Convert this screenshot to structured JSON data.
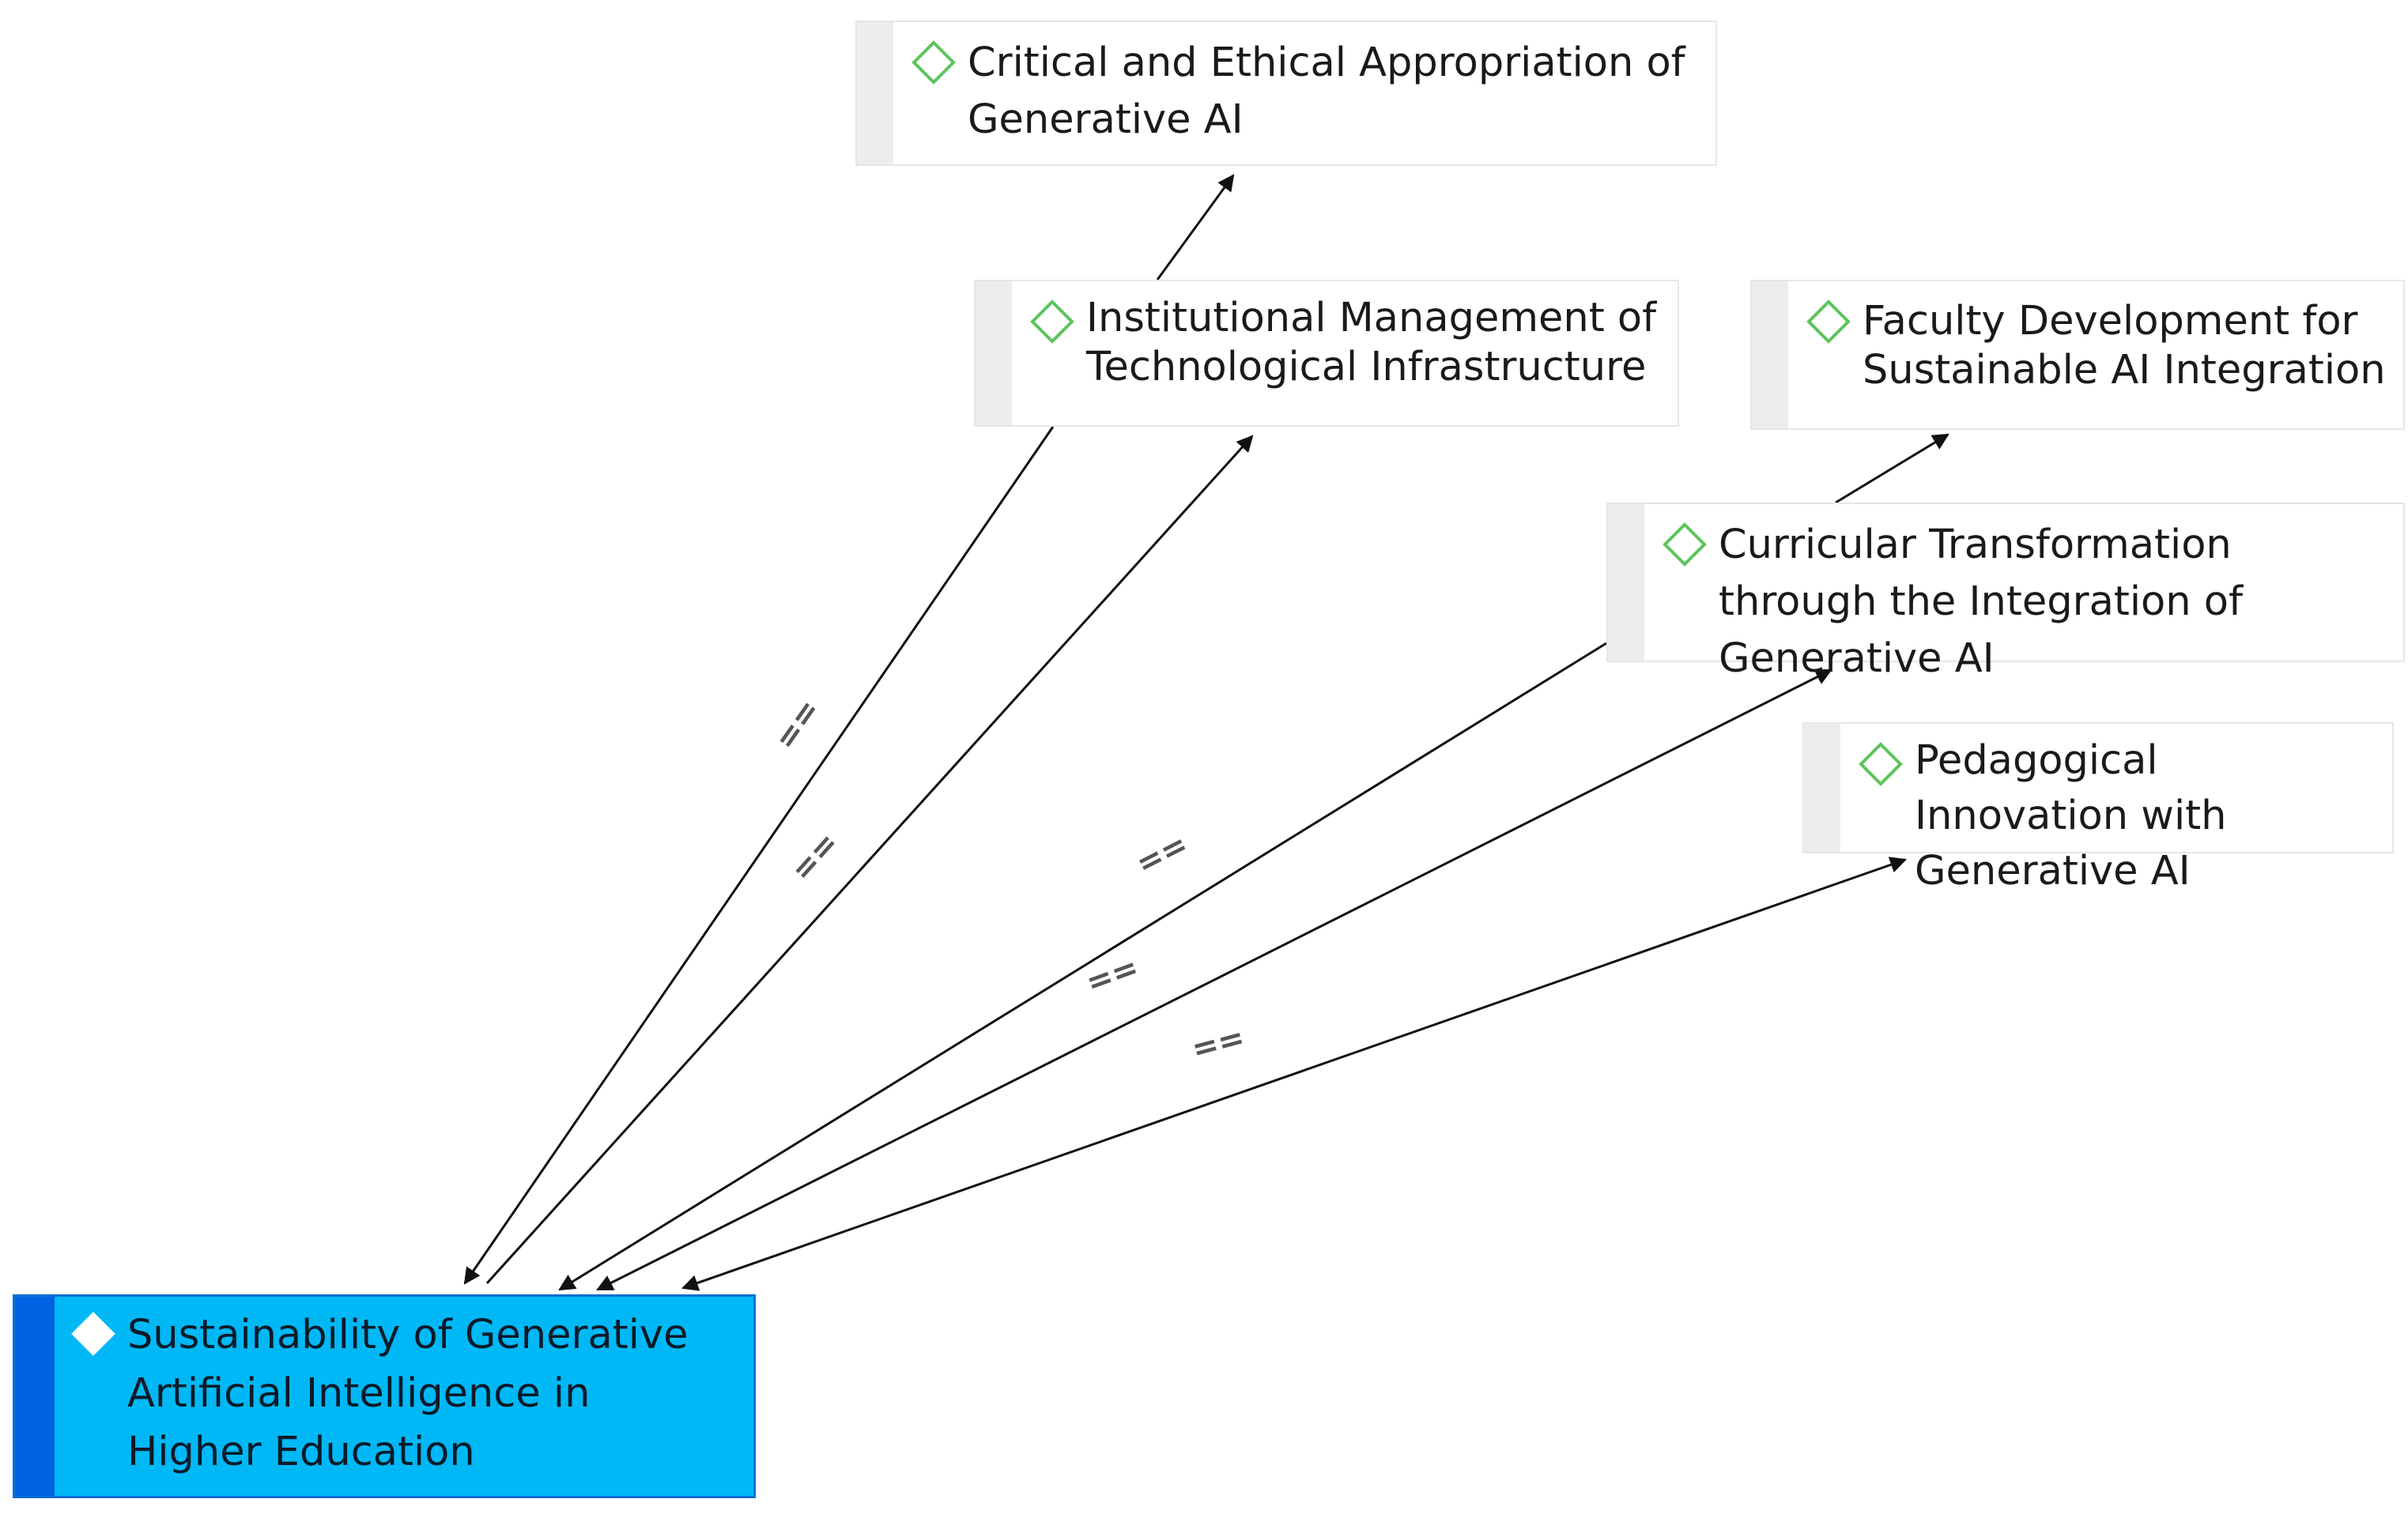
{
  "nodes": {
    "critical": {
      "label": "Critical and Ethical Appropriation of Generative AI"
    },
    "institutional": {
      "label": "Institutional Management of Technological Infrastructure"
    },
    "faculty": {
      "label": "Faculty Development for Sustainable AI Integration"
    },
    "curricular": {
      "label": "Curricular Transformation through the Integration of Generative AI"
    },
    "pedagogical": {
      "label": "Pedagogical Innovation with Generative AI"
    },
    "sustainability": {
      "label": "Sustainability of Generative Artificial Intelligence in Higher Education"
    }
  },
  "edge_marker": "==",
  "colors": {
    "icon_stroke": "#5cc45c",
    "selected_fill": "#00b8f5",
    "selected_strip": "#0062e0",
    "edge": "#111111"
  }
}
